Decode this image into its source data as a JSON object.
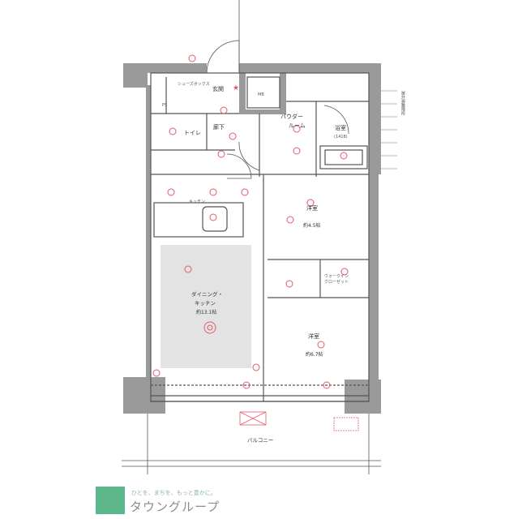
{
  "floor_plan": {
    "rooms": {
      "entrance": "玄関",
      "mb": "MB",
      "shoe_box": "シューズボックス",
      "ps": "PS",
      "toilet": "トイレ",
      "hallway": "廊下",
      "powder_room_1": "パウダー",
      "powder_room_2": "ルーム",
      "bathroom": "浴室",
      "bathroom_size": "(1418)",
      "kitchen": "キッチン",
      "western_room_1": "洋室",
      "western_room_1_size": "約4.5帖",
      "dining_kitchen_1": "ダイニング・",
      "dining_kitchen_2": "キッチン",
      "dining_kitchen_size": "約13.1帖",
      "western_room_2": "洋室",
      "western_room_2_size": "約6.7帖",
      "walk_in_closet_1": "ウォークイン",
      "walk_in_closet_2": "クローゼット",
      "balcony": "バルコニー",
      "outdoor_stairs": "屋外避難階段"
    },
    "colors": {
      "marker": "#e05a6a",
      "wall": "#9a9a9a",
      "dk_floor": "#e3e3e3",
      "logo": "#5cb88a"
    }
  },
  "logo": {
    "tagline": "ひとを、まちを、もっと豊かに。",
    "name": "タウングループ"
  }
}
